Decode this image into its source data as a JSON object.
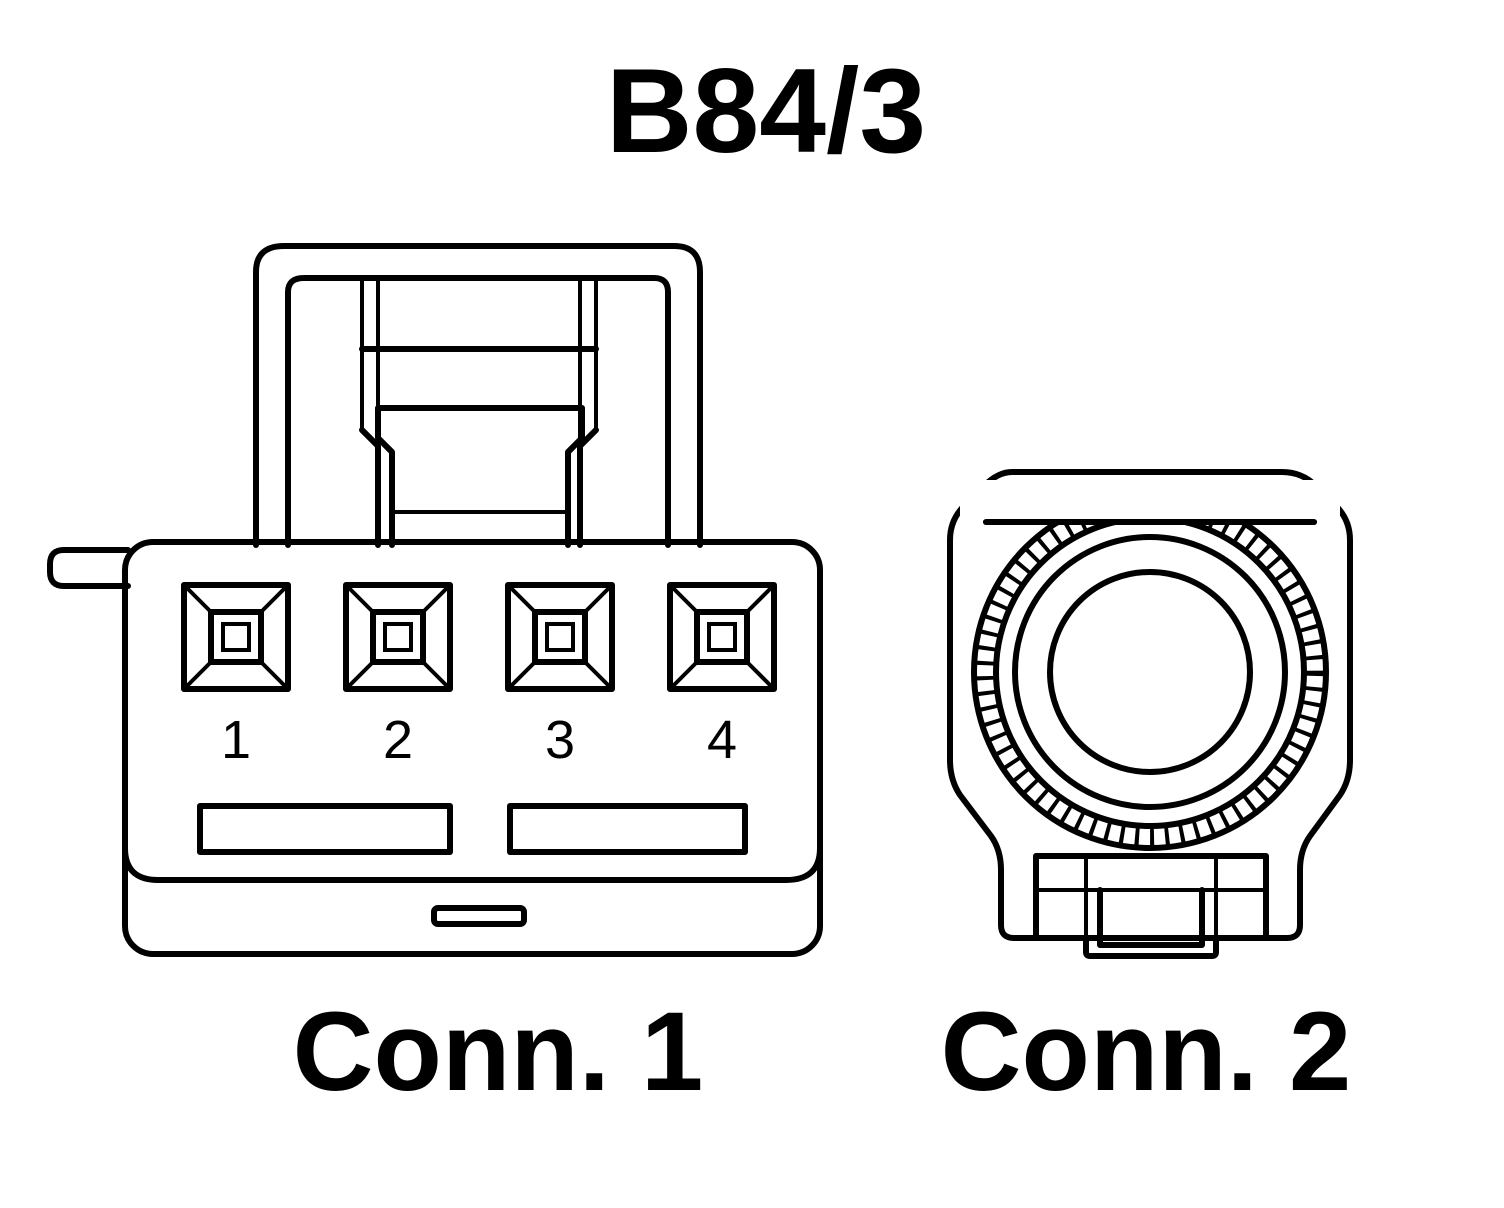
{
  "diagram": {
    "title": "B84/3",
    "connector_1": {
      "label": "Conn. 1",
      "pins": [
        "1",
        "2",
        "3",
        "4"
      ]
    },
    "connector_2": {
      "label": "Conn. 2"
    }
  }
}
